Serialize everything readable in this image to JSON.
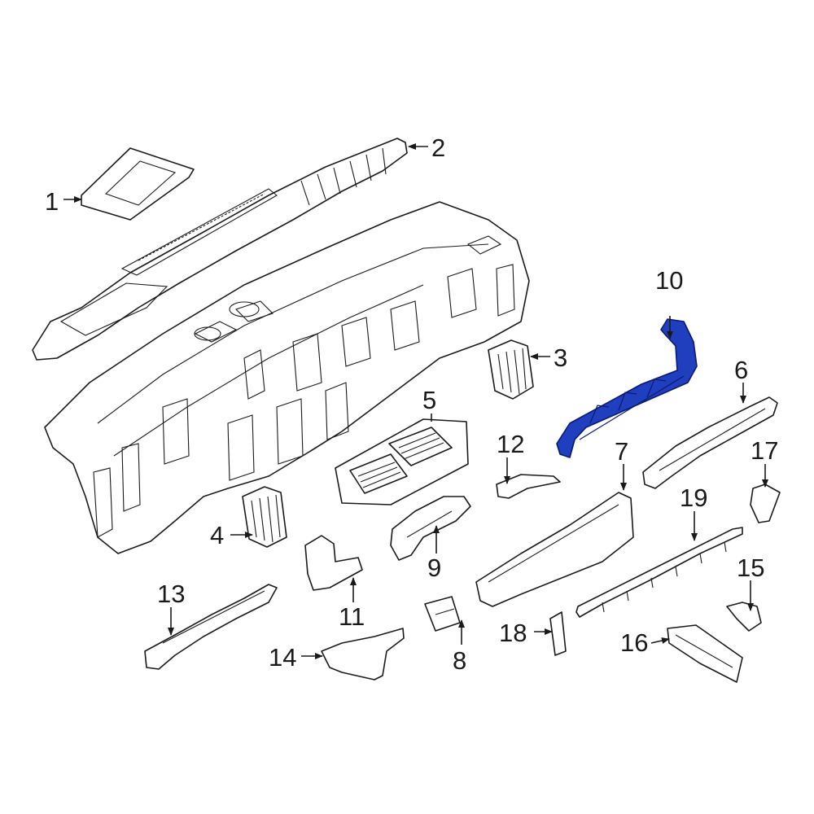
{
  "colors": {
    "line": "#1a1a1a",
    "highlight": "#1f3fbf",
    "background": "#ffffff"
  },
  "highlighted_part": "10",
  "callouts": [
    {
      "label": "1"
    },
    {
      "label": "2"
    },
    {
      "label": "3"
    },
    {
      "label": "4"
    },
    {
      "label": "5"
    },
    {
      "label": "6"
    },
    {
      "label": "7"
    },
    {
      "label": "8"
    },
    {
      "label": "9"
    },
    {
      "label": "10"
    },
    {
      "label": "11"
    },
    {
      "label": "12"
    },
    {
      "label": "13"
    },
    {
      "label": "14"
    },
    {
      "label": "15"
    },
    {
      "label": "16"
    },
    {
      "label": "17"
    },
    {
      "label": "18"
    },
    {
      "label": "19"
    }
  ]
}
